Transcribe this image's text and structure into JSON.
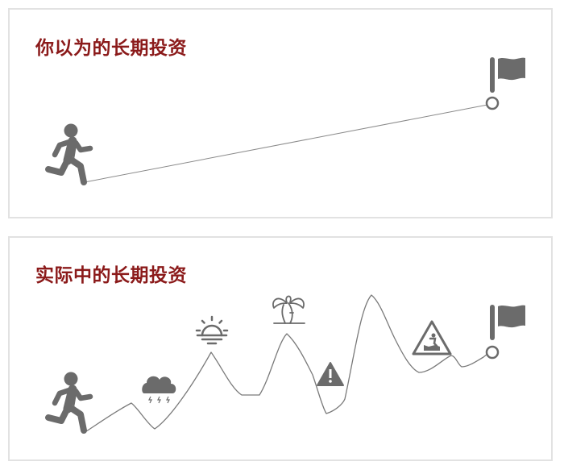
{
  "panels": [
    {
      "title": "你以为的长期投资",
      "path_type": "straight-line",
      "start_icon": "running-person-icon",
      "end_icon": "finish-flag-icon"
    },
    {
      "title": "实际中的长期投资",
      "path_type": "volatile-mountain-line",
      "start_icon": "running-person-icon",
      "end_icon": "finish-flag-icon",
      "milestone_icons": [
        "storm-cloud-icon",
        "sunrise-icon",
        "palm-tree-beach-icon",
        "warning-triangle-icon",
        "slippery-hazard-sign-icon"
      ]
    }
  ],
  "colors": {
    "title": "#8b1a1a",
    "icon": "#6b6b6b",
    "line": "#7a7a7a",
    "panel_border": "#e2e2e2",
    "background": "#ffffff"
  }
}
